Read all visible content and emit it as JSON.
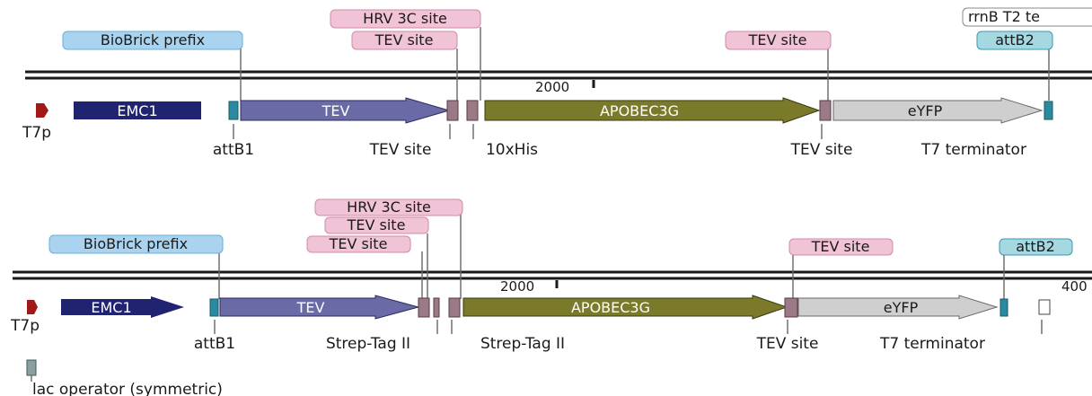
{
  "maps": [
    {
      "tick_label": "2000",
      "features": {
        "t7p": "T7p",
        "emc1": "EMC1",
        "tev": "TEV",
        "apobec3g": "APOBEC3G",
        "eyfp": "eYFP"
      },
      "labels_above": {
        "biobrick_prefix": "BioBrick prefix",
        "hrv_3c_site": "HRV 3C site",
        "tev_site_1": "TEV site",
        "tev_site_2": "TEV site",
        "rrnb_t2": "rrnB T2 te",
        "attb2": "attB2"
      },
      "labels_below": {
        "attb1": "attB1",
        "tev_site": "TEV site",
        "his10": "10xHis",
        "tev_site_2": "TEV site",
        "t7_terminator": "T7 terminator"
      }
    },
    {
      "tick_label": "2000",
      "tick_label_right": "400",
      "features": {
        "t7p": "T7p",
        "emc1": "EMC1",
        "tev": "TEV",
        "apobec3g": "APOBEC3G",
        "eyfp": "eYFP"
      },
      "labels_above": {
        "biobrick_prefix": "BioBrick prefix",
        "hrv_3c_site": "HRV 3C site",
        "tev_site_1": "TEV site",
        "tev_site_2": "TEV site",
        "tev_site_3": "TEV site",
        "attb2": "attB2"
      },
      "labels_below": {
        "attb1": "attB1",
        "strep_tag_1": "Strep-Tag II",
        "strep_tag_2": "Strep-Tag II",
        "tev_site": "TEV site",
        "t7_terminator": "T7 terminator"
      },
      "extra": {
        "lac_operator": "lac operator (symmetric)"
      }
    }
  ],
  "colors": {
    "backbone": "#1a1a1a",
    "t7p": "#a01818",
    "emc1": "#1f2370",
    "tev": "#6a6aa6",
    "apobec3g": "#7a7a2a",
    "eyfp": "#cfcfcf",
    "site": "#9a7a86",
    "attb": "#2a8aa0",
    "tag_blue_fill": "#a9d3ee",
    "tag_blue_stroke": "#6aaed6",
    "tag_pink_fill": "#f0c4d6",
    "tag_pink_stroke": "#d08aa6",
    "tag_teal_fill": "#a6d8e2",
    "tag_teal_stroke": "#3a9ab0",
    "tag_white_stroke": "#888888"
  }
}
